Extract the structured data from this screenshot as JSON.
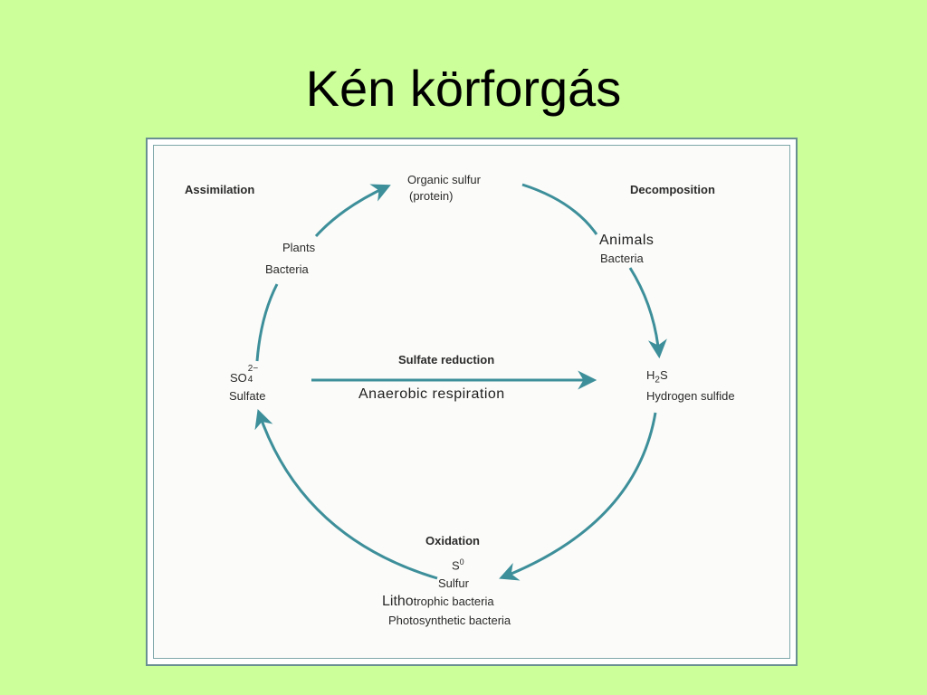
{
  "slide": {
    "title": "Kén körforgás"
  },
  "diagram": {
    "labels": {
      "assimilation": "Assimilation",
      "decomposition": "Decomposition",
      "organic_sulfur": "Organic sulfur",
      "protein": "(protein)",
      "plants": "Plants",
      "bacteria_left": "Bacteria",
      "animals": "Animals",
      "bacteria_right": "Bacteria",
      "sulfate_formula_base": "SO",
      "sulfate_formula_sub": "4",
      "sulfate_formula_sup": "2−",
      "sulfate": "Sulfate",
      "sulfate_reduction": "Sulfate reduction",
      "anaerobic_respiration": "Anaerobic respiration",
      "h2s_formula_h": "H",
      "h2s_formula_sub": "2",
      "h2s_formula_s": "S",
      "hydrogen_sulfide": "Hydrogen sulfide",
      "oxidation": "Oxidation",
      "s0_base": "S",
      "s0_sup": "0",
      "sulfur": "Sulfur",
      "lithotrophic_prefix": "Litho",
      "lithotrophic_rest": "trophic bacteria",
      "photosynthetic_bacteria": "Photosynthetic bacteria"
    },
    "arrow_color": "#3d8f9a"
  }
}
